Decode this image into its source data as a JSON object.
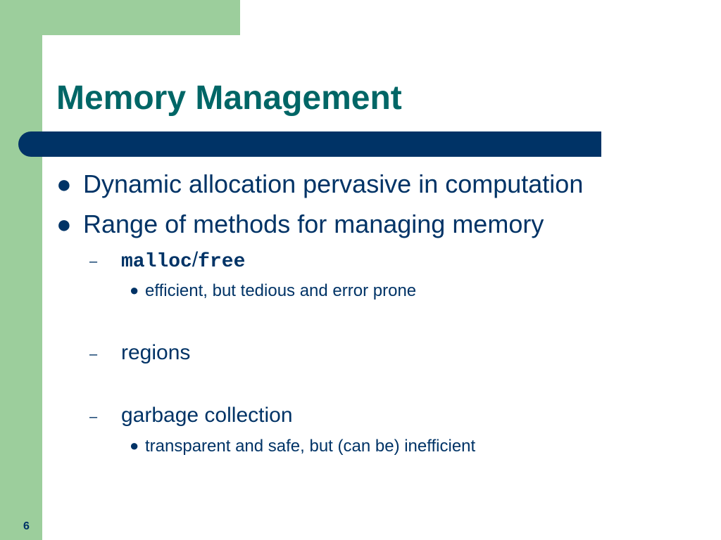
{
  "slide": {
    "title": "Memory Management",
    "page_number": "6",
    "colors": {
      "accent_green": "#9cce9c",
      "title_teal": "#006666",
      "navy": "#003366"
    },
    "bullets": [
      {
        "text": "Dynamic allocation pervasive in computation"
      },
      {
        "text": "Range of methods for managing memory"
      }
    ],
    "sub_items": [
      {
        "code_a": "malloc",
        "separator": "/",
        "code_b": "free",
        "detail": "efficient, but tedious and error prone"
      },
      {
        "text": "regions"
      },
      {
        "text": "garbage collection",
        "detail": "transparent and safe, but (can be) inefficient"
      }
    ],
    "glyphs": {
      "bullet": "●",
      "dash": "–",
      "small_bullet": "●"
    }
  }
}
